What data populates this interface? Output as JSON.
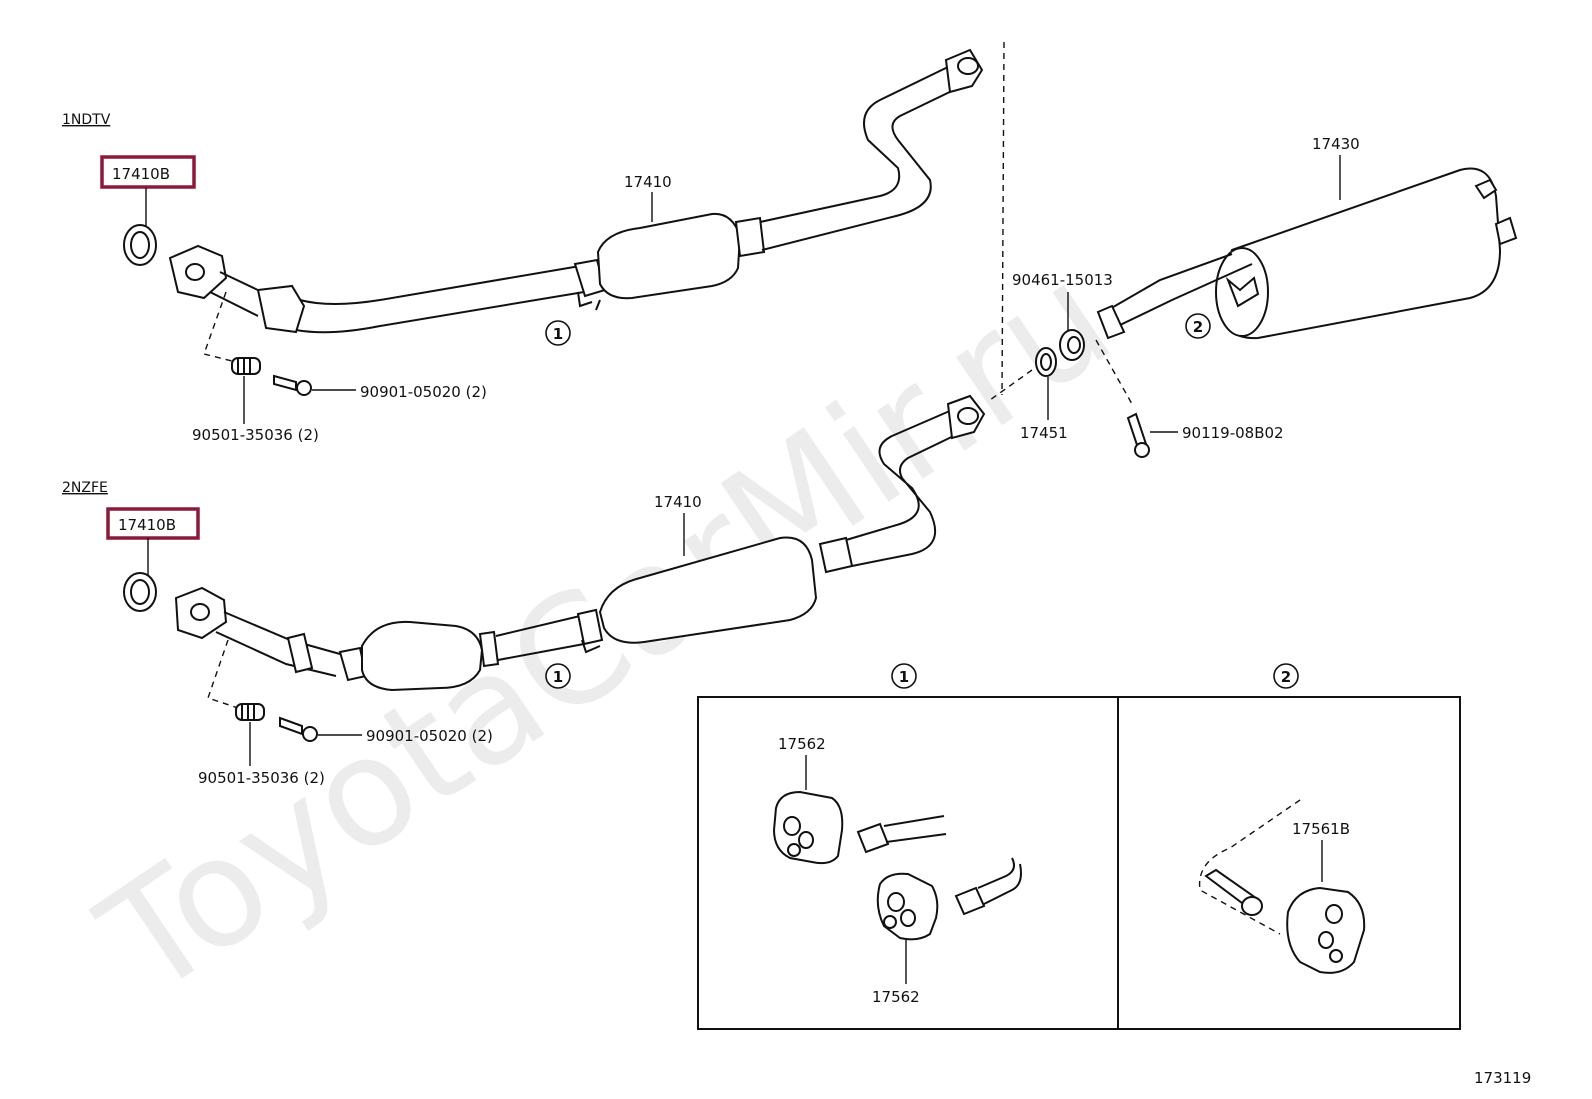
{
  "engines": [
    "1NDTV",
    "2NZFE"
  ],
  "parts": {
    "gasket_top": "17410B",
    "gasket_bottom": "17410B",
    "pipe_top": "17410",
    "pipe_bottom": "17410",
    "muffler": "17430",
    "gasket_ring": "17451",
    "gasket_seal": "90461-15013",
    "bolt_rear": "90119-08B02",
    "spring_top": "90501-35036 (2)",
    "bolt_top": "90901-05020 (2)",
    "spring_bottom": "90501-35036 (2)",
    "bolt_bottom": "90901-05020 (2)",
    "hanger_1a": "17562",
    "hanger_1b": "17562",
    "hanger_2": "17561B"
  },
  "callouts": [
    "1",
    "2"
  ],
  "figure_number": "173119",
  "watermark": "ToyotaCarMir.ru",
  "colors": {
    "highlight": "#8b1a3a",
    "line": "#111111",
    "watermark": "#ececec"
  }
}
